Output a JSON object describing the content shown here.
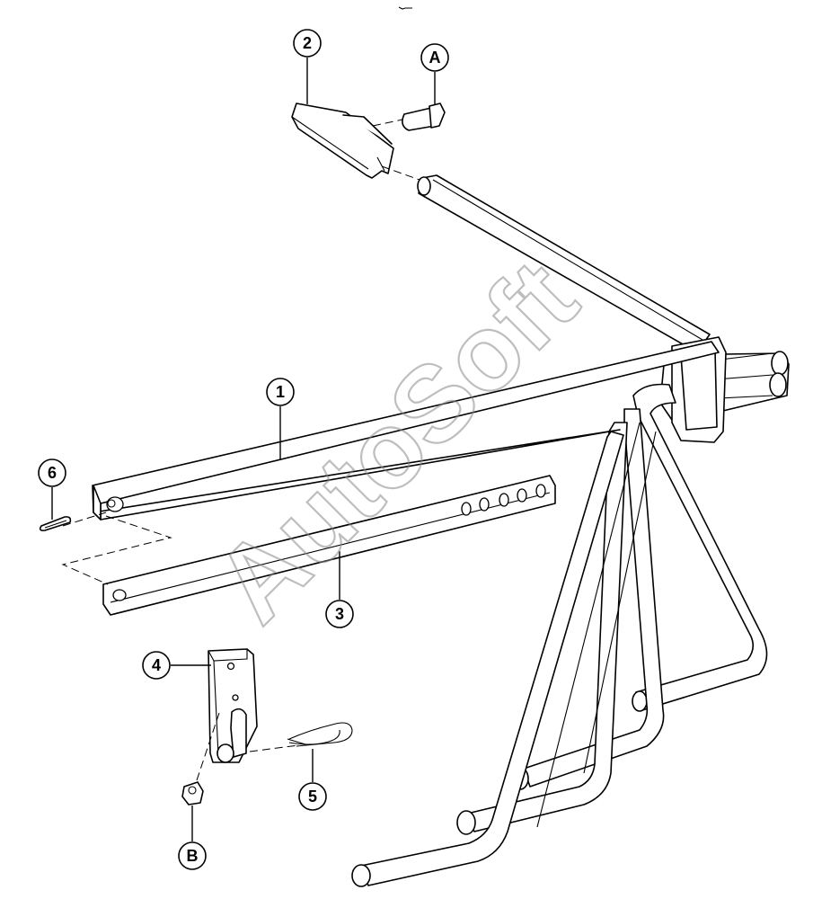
{
  "watermark": "AutoSoft",
  "callouts": {
    "c1": "1",
    "c2": "2",
    "c3": "3",
    "c4": "4",
    "c5": "5",
    "c6": "6",
    "cA": "A",
    "cB": "B"
  },
  "colors": {
    "line": "#000000",
    "watermark": "#8a8a8a",
    "background": "#ffffff"
  }
}
